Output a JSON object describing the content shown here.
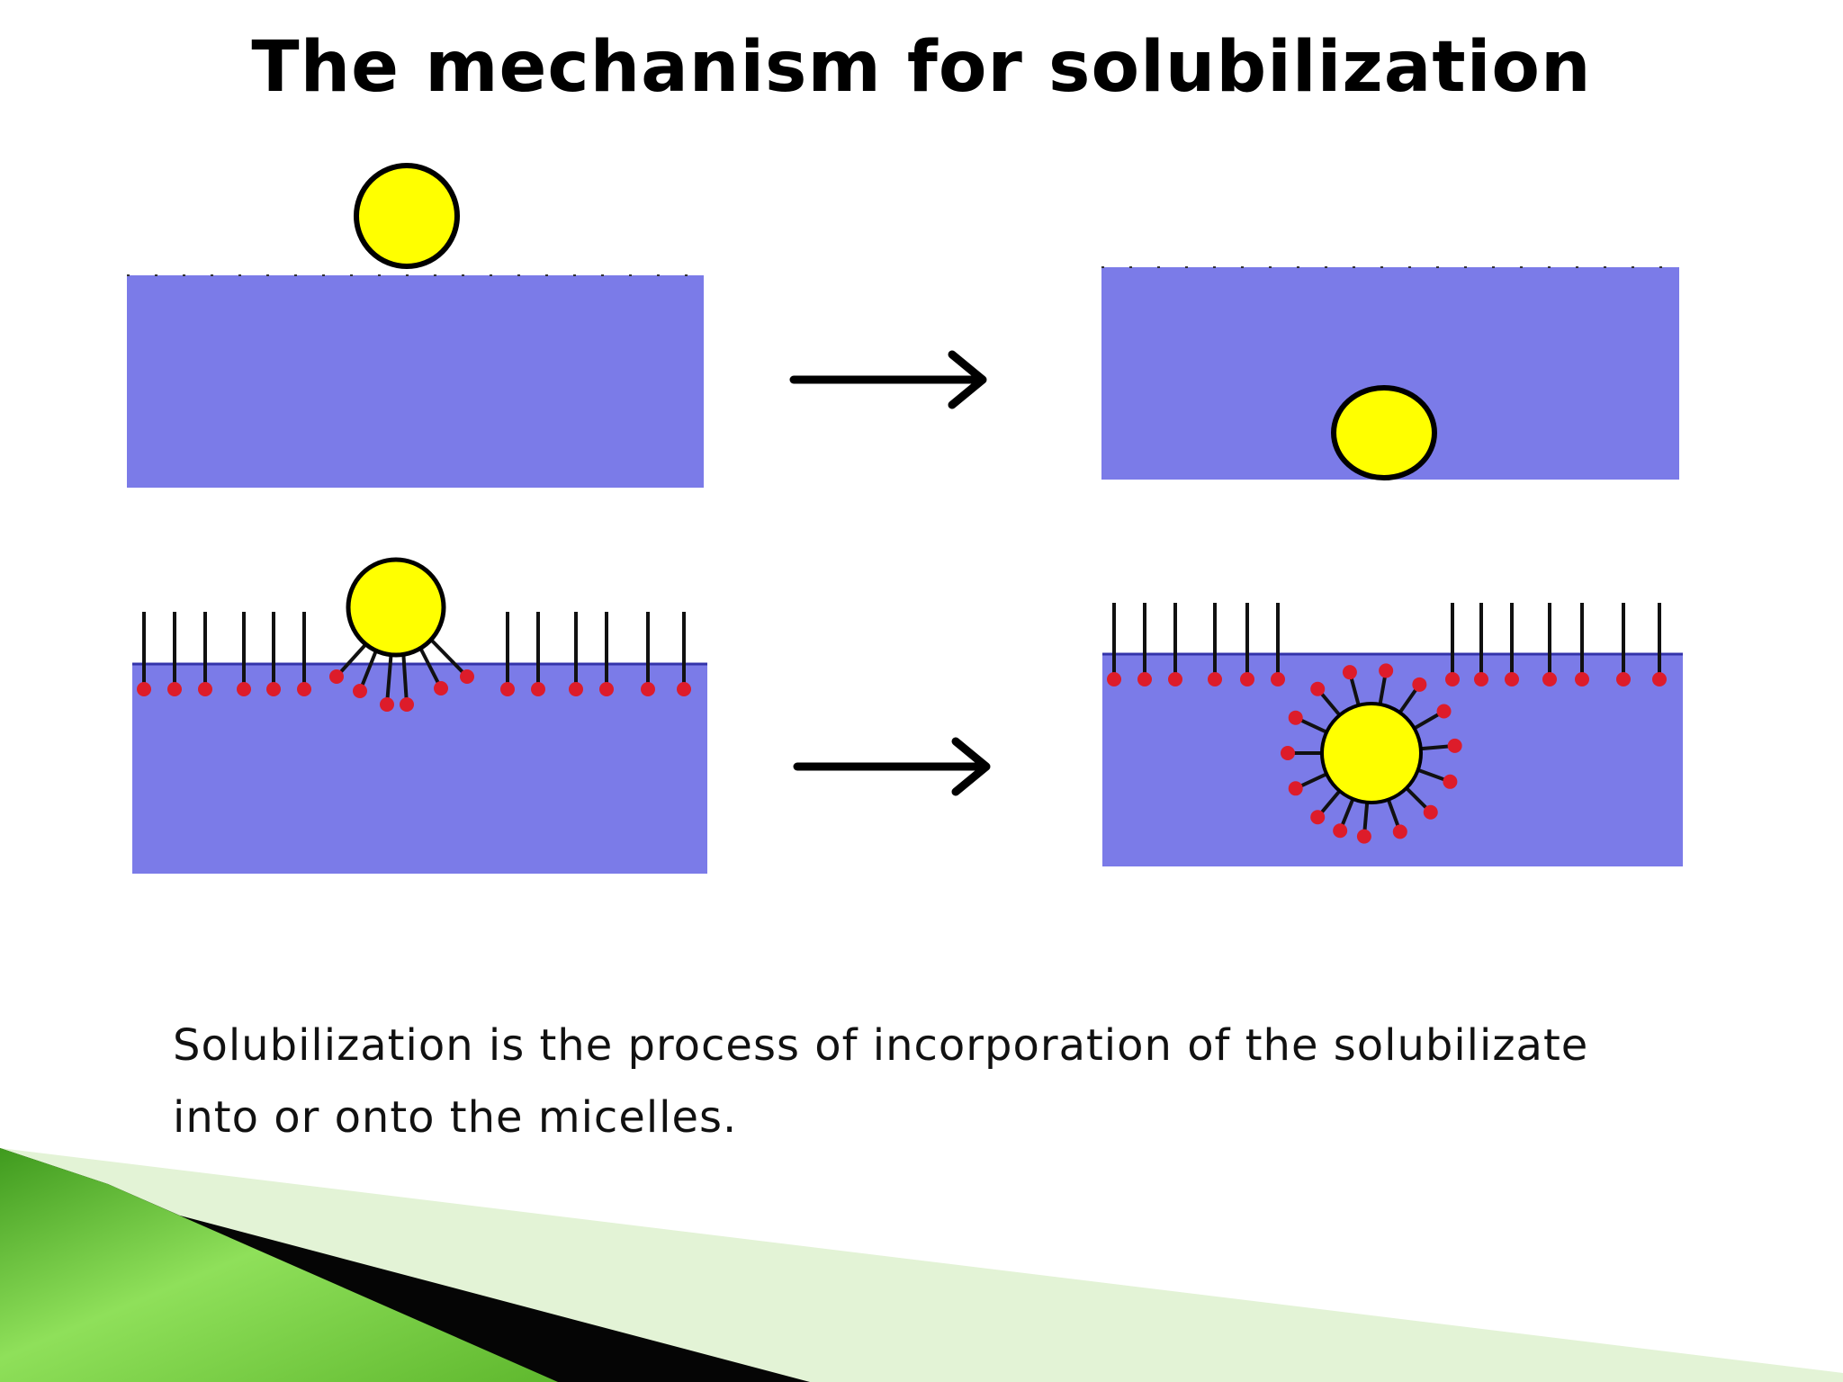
{
  "slide": {
    "title": "The mechanism for solubilization",
    "caption_line1": "Solubilization is the process of incorporation of the solubilizate",
    "caption_line2": "into or onto the micelles."
  },
  "colors": {
    "water": "#7b7be8",
    "solubilizate": "#ffff00",
    "head_group": "#dd1c2a",
    "tail": "#111111",
    "accent_green": "#6fc83a"
  }
}
